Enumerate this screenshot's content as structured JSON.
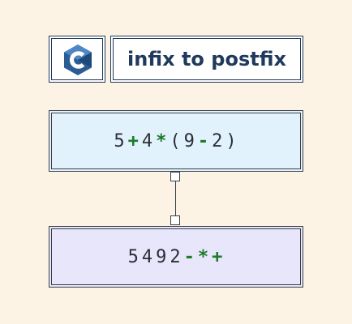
{
  "header": {
    "logo_icon": "c-language-icon",
    "title": "infix to postfix"
  },
  "infix": {
    "tokens": [
      {
        "text": "5",
        "kind": "operand"
      },
      {
        "text": "+",
        "kind": "operator"
      },
      {
        "text": "4",
        "kind": "operand"
      },
      {
        "text": "*",
        "kind": "operator"
      },
      {
        "text": "(",
        "kind": "paren"
      },
      {
        "text": "9",
        "kind": "operand"
      },
      {
        "text": "-",
        "kind": "operator"
      },
      {
        "text": "2",
        "kind": "operand"
      },
      {
        "text": ")",
        "kind": "paren"
      }
    ]
  },
  "postfix": {
    "tokens": [
      {
        "text": "5",
        "kind": "operand"
      },
      {
        "text": "4",
        "kind": "operand"
      },
      {
        "text": "9",
        "kind": "operand"
      },
      {
        "text": "2",
        "kind": "operand"
      },
      {
        "text": "-",
        "kind": "operator"
      },
      {
        "text": "*",
        "kind": "operator"
      },
      {
        "text": "+",
        "kind": "operator"
      }
    ]
  },
  "colors": {
    "background": "#fdf3e4",
    "infix_fill": "#e2f2fc",
    "postfix_fill": "#e7e6fa",
    "operator": "#1f7a2c",
    "operand": "#2b2f38",
    "header_border": "#1f3a5c",
    "logo_hex_dark": "#2a5d93",
    "logo_hex_light": "#4f86c6"
  }
}
